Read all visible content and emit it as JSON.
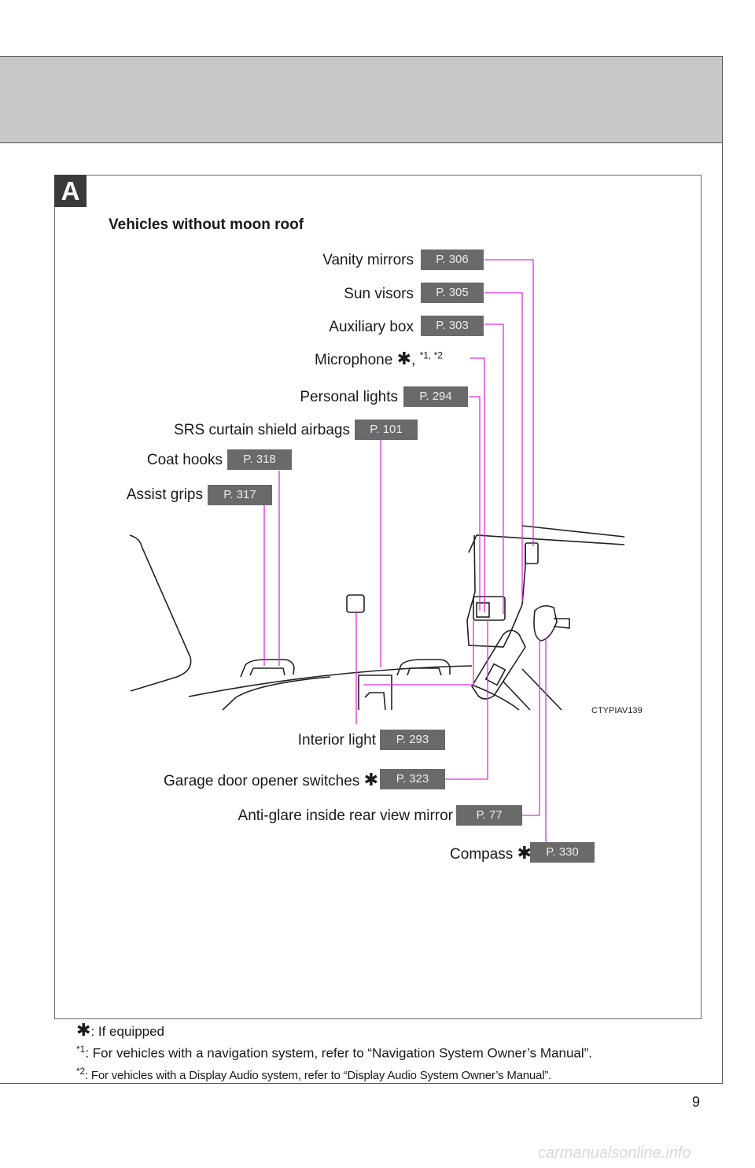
{
  "section_badge": "A",
  "subtitle": "Vehicles without moon roof",
  "callouts": {
    "vanity_mirrors": {
      "label": "Vanity mirrors",
      "page": "P. 306"
    },
    "sun_visors": {
      "label": "Sun visors",
      "page": "P. 305"
    },
    "auxiliary_box": {
      "label": "Auxiliary box",
      "page": "P. 303"
    },
    "microphone": {
      "label": "Microphone",
      "sep": ", ",
      "mark1": "*1, ",
      "mark2": "*2"
    },
    "personal_lights": {
      "label": "Personal lights",
      "page": "P. 294"
    },
    "srs_airbags": {
      "label": "SRS curtain shield airbags",
      "page": "P. 101"
    },
    "coat_hooks": {
      "label": "Coat hooks",
      "page": "P. 318"
    },
    "assist_grips": {
      "label": "Assist grips",
      "page": "P. 317"
    },
    "interior_light": {
      "label": "Interior light",
      "page": "P. 293"
    },
    "garage_door": {
      "label": "Garage door opener switches",
      "page": "P. 323"
    },
    "anti_glare": {
      "label": "Anti-glare inside rear view mirror",
      "page": "P. 77"
    },
    "compass": {
      "label": "Compass",
      "page": "P. 330"
    }
  },
  "figure_code": "CTYPIAV139",
  "asterisk_glyph": "✱",
  "notes": {
    "n1_text": ": If equipped",
    "n2_mark": "*1",
    "n2_text": ": For vehicles with a navigation system, refer to “Navigation System Owner’s Manual”.",
    "n3_mark": "*2",
    "n3_text": ": For vehicles with a Display Audio system, refer to “Display Audio System Owner’s Manual”."
  },
  "page_number": "9",
  "site_watermark": "carmanualsonline.info",
  "colors": {
    "leader": "#e52ce0",
    "header_band": "#c8c8c8",
    "page_box": "#6a6a6a"
  }
}
